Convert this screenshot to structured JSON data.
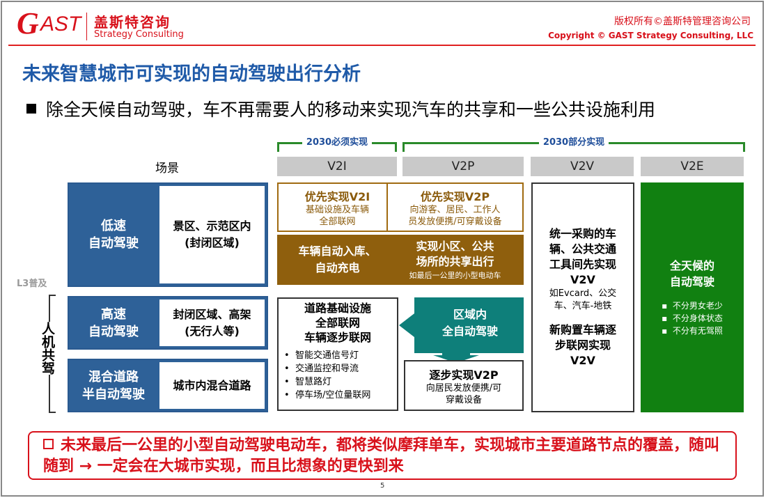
{
  "header": {
    "logo_letters": "GAST",
    "logo_cn": "盖斯特咨询",
    "logo_en": "Strategy Consulting",
    "copyright_cn": "版权所有©盖斯特管理咨询公司",
    "copyright_en": "Copyright © GAST Strategy Consulting, LLC"
  },
  "title": "未来智慧城市可实现的自动驾驶出行分析",
  "bullet": "除全天候自动驾驶，车不再需要人的移动来实现汽车的共享和一些公共设施利用",
  "brackets": {
    "must": "2030必须实现",
    "partial": "2030部分实现"
  },
  "columns": {
    "scene": "场景",
    "v2i": "V2I",
    "v2p": "V2P",
    "v2v": "V2V",
    "v2e": "V2E"
  },
  "side": {
    "l3": "L3普及",
    "hybrid": "人机共驾"
  },
  "rows": [
    {
      "mode": "低速\n自动驾驶",
      "scene": "景区、示范区内\n(封闭区域)"
    },
    {
      "mode": "高速\n自动驾驶",
      "scene": "封闭区域、高架\n(无行人等)"
    },
    {
      "mode": "混合道路\n半自动驾驶",
      "scene": "城市内混合道路"
    }
  ],
  "v2i": {
    "top_title": "优先实现V2I",
    "top_desc": "基础设施及车辆\n全部联网",
    "brown": "车辆自动入库、\n自动充电",
    "bottom_title": "道路基础设施\n全部联网\n车辆逐步联网",
    "bottom_items": [
      "智能交通信号灯",
      "交通监控和导流",
      "智慧路灯",
      "停车场/空位量联网"
    ]
  },
  "v2p": {
    "top_title": "优先实现V2P",
    "top_desc": "向游客、居民、工作人\n员发放便携/可穿戴设备",
    "brown": "实现小区、公共\n场所的共享出行",
    "brown_sub": "如最后一公里的小型电动车",
    "teal": "区域内\n全自动驾驶",
    "bottom_title": "逐步实现V2P",
    "bottom_desc": "向居民发放便携/可\n穿戴设备"
  },
  "v2v": {
    "p1": "统一采购的车\n辆、公共交通\n工具间先实现\nV2V",
    "p2": "如Evcard、公交\n车、汽车-地铁",
    "p3": "新购置车辆逐\n步联网实现\nV2V"
  },
  "v2e": {
    "title": "全天候的\n自动驾驶",
    "items": [
      "不分男女老少",
      "不分身体状态",
      "不分有无驾照"
    ]
  },
  "conclusion": "未来最后一公里的小型自动驾驶电动车，都将类似摩拜单车，实现城市主要道路节点的覆盖，随叫随到 → 一定会在大城市实现，而且比想象的更快到来",
  "page_number": "5",
  "colors": {
    "red": "#d8111b",
    "blue": "#2e6198",
    "brown": "#8f5f0d",
    "teal": "#0e7f7a",
    "green": "#118011"
  }
}
